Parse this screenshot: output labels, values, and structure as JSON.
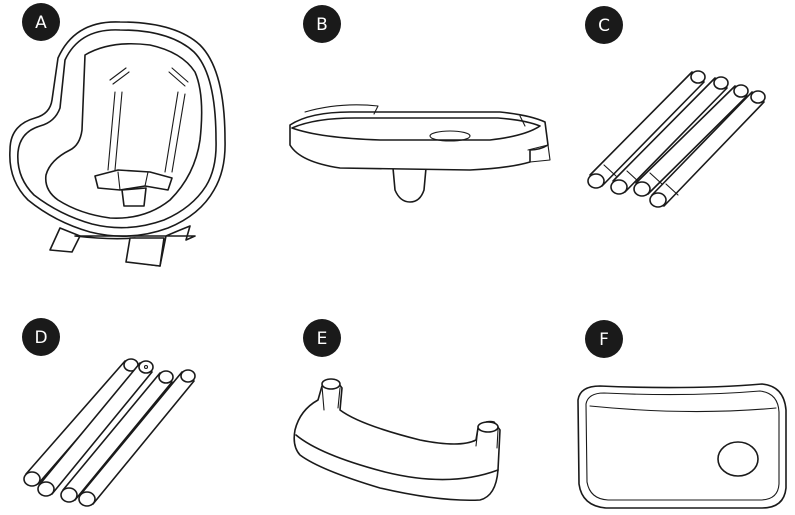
{
  "parts": [
    {
      "id": "seat",
      "badge": "A"
    },
    {
      "id": "front-tray",
      "badge": "B"
    },
    {
      "id": "upper-legs",
      "badge": "C"
    },
    {
      "id": "lower-legs",
      "badge": "D"
    },
    {
      "id": "footrest",
      "badge": "E"
    },
    {
      "id": "tray-insert",
      "badge": "F"
    }
  ],
  "colors": {
    "line": "#1a1a1a",
    "badge": "#1a1a1a",
    "background": "#ffffff"
  }
}
